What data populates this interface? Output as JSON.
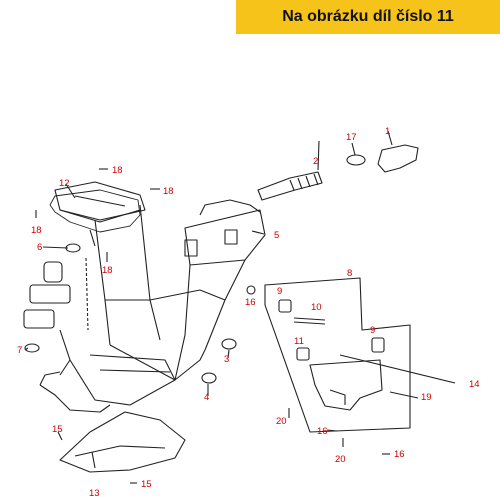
{
  "banner": "Na obrázku díl číslo 11",
  "colors": {
    "banner": "#f6c31a",
    "callout": "#cc0000",
    "line": "#222222"
  },
  "callouts": [
    "1",
    "2",
    "3",
    "4",
    "5",
    "6",
    "7",
    "8",
    "9",
    "9",
    "10",
    "11",
    "12",
    "13",
    "14",
    "15",
    "15",
    "16",
    "16",
    "16",
    "17",
    "18",
    "18",
    "18",
    "18",
    "19",
    "20",
    "20"
  ]
}
